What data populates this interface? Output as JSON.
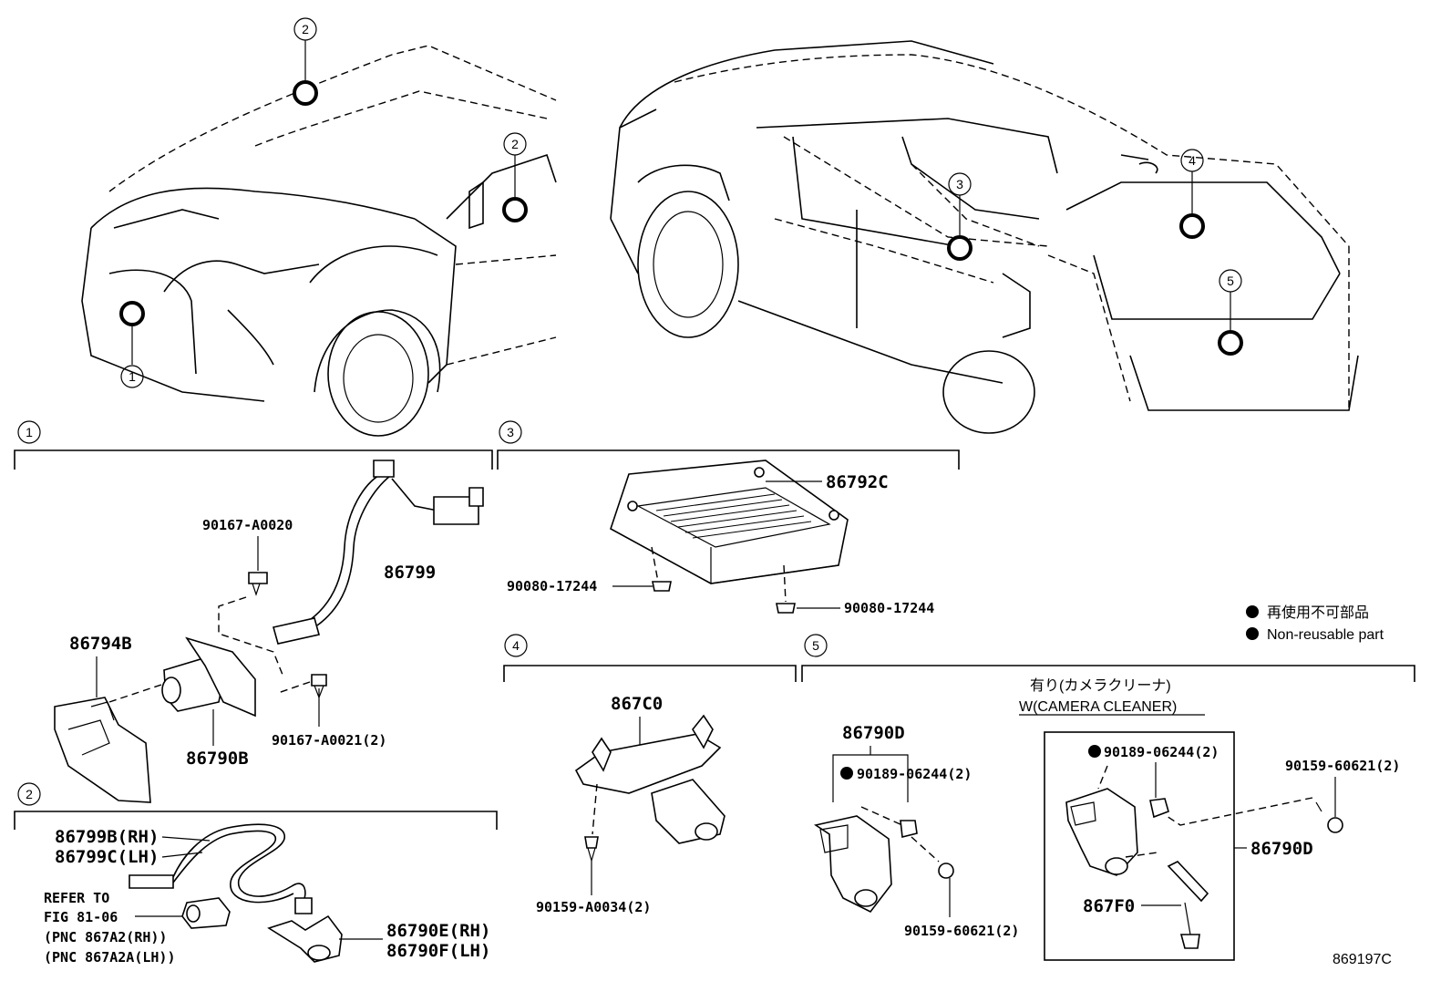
{
  "callout_numbers": [
    "1",
    "2",
    "3",
    "4",
    "5"
  ],
  "sections": {
    "s1": {
      "number": "1",
      "parts": {
        "p90167_a0020": "90167-A0020",
        "p86799": "86799",
        "p86794b": "86794B",
        "p86790b": "86790B",
        "p90167_a0021": "90167-A0021(2)"
      }
    },
    "s2": {
      "number": "2",
      "parts": {
        "p86799b": "86799B(RH)",
        "p86799c": "86799C(LH)",
        "refer1": "REFER TO",
        "refer2": "FIG 81-06",
        "refer3": "(PNC 867A2(RH))",
        "refer4": "(PNC 867A2A(LH))",
        "p86790e": "86790E(RH)",
        "p86790f": "86790F(LH)"
      }
    },
    "s3": {
      "number": "3",
      "parts": {
        "p86792c": "86792C",
        "p90080_left": "90080-17244",
        "p90080_right": "90080-17244"
      }
    },
    "s4": {
      "number": "4",
      "parts": {
        "p867c0": "867C0",
        "p90159_a0034": "90159-A0034(2)"
      }
    },
    "s5": {
      "number": "5",
      "parts": {
        "p86790d_a": "86790D",
        "p90189_a": "90189-06244(2)",
        "p90159_60621_a": "90159-60621(2)",
        "note_jp": "有り(カメラクリーナ)",
        "note_en": "W(CAMERA CLEANER)",
        "p90189_b": "90189-06244(2)",
        "p90159_60621_b": "90159-60621(2)",
        "p86790d_b": "86790D",
        "p867f0": "867F0"
      }
    }
  },
  "legend": {
    "jp": "再使用不可部品",
    "en": "Non-reusable part"
  },
  "figure_id": "869197C"
}
